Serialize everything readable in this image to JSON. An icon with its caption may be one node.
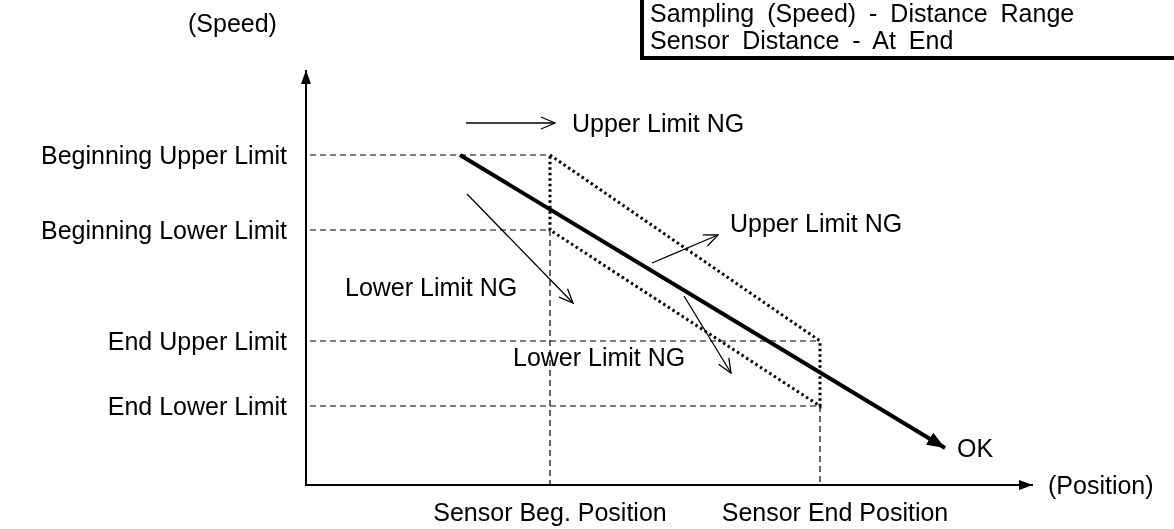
{
  "diagram": {
    "nodes": [
      {
        "text": [
          "Sampling (Speed) - Distance Range",
          "Sensor Distance - At End"
        ]
      },
      {
        "text": [
          "Upper Limit NG"
        ]
      },
      {
        "text": [
          "Upper Limit NG"
        ]
      },
      {
        "text": [
          "Lower Limit NG"
        ]
      },
      {
        "text": [
          "Lower Limit NG"
        ]
      },
      {
        "text": [
          "OK"
        ]
      }
    ],
    "edges": [
      {
        "from": null,
        "to": 1,
        "arrow": "to"
      },
      {
        "from": null,
        "to": 2,
        "arrow": "to"
      },
      {
        "from": null,
        "to": 3,
        "arrow": "to"
      },
      {
        "from": null,
        "to": 4,
        "arrow": "to"
      },
      {
        "from": null,
        "to": 5,
        "arrow": "to",
        "style": "thick"
      }
    ],
    "labels": [
      "(Speed)",
      "Beginning Upper Limit",
      "Beginning Lower Limit",
      "End Upper Limit",
      "End Lower Limit",
      "Sensor Beg. Position",
      "Sensor End Position",
      "(Position)"
    ]
  }
}
